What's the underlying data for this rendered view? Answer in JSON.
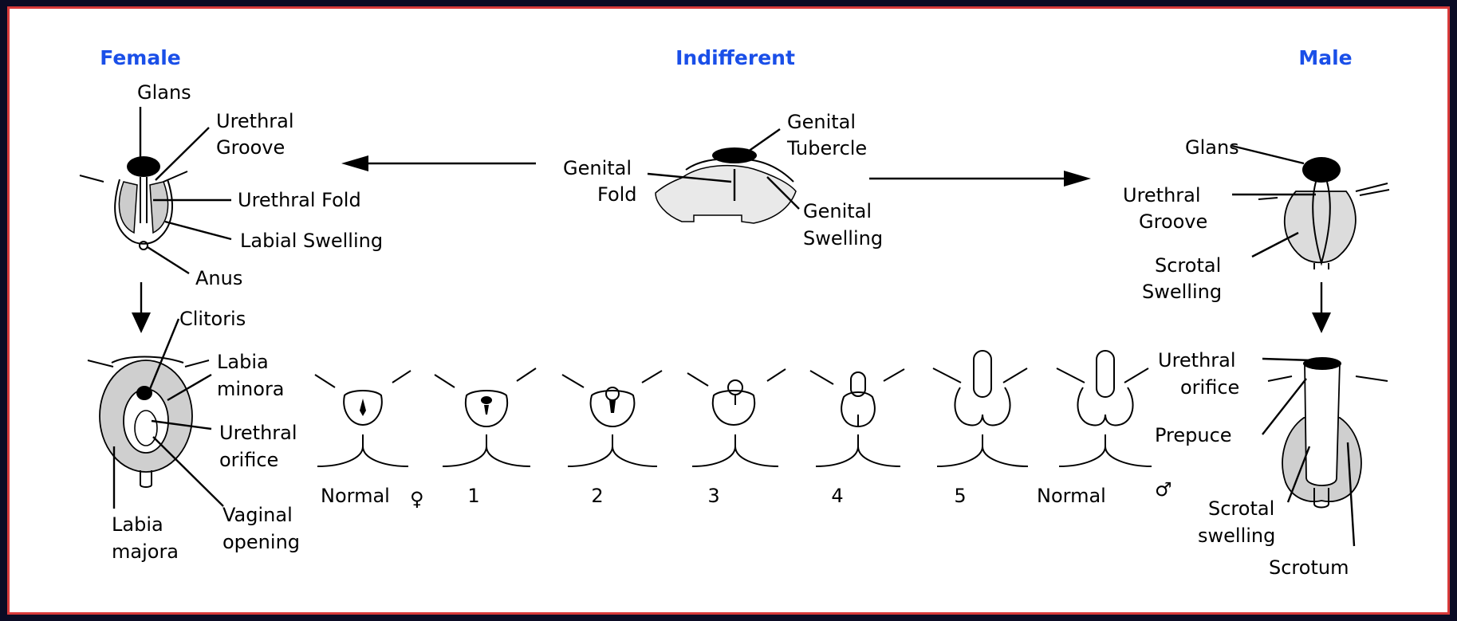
{
  "headers": {
    "female": "Female",
    "indifferent": "Indifferent",
    "male": "Male"
  },
  "female_top": {
    "glans": "Glans",
    "urethral_groove_1": "Urethral",
    "urethral_groove_2": "Groove",
    "urethral_fold": "Urethral Fold",
    "labial_swelling": "Labial Swelling",
    "anus": "Anus"
  },
  "indifferent": {
    "genital_fold_1": "Genital",
    "genital_fold_2": "Fold",
    "genital_tubercle_1": "Genital",
    "genital_tubercle_2": "Tubercle",
    "genital_swelling_1": "Genital",
    "genital_swelling_2": "Swelling"
  },
  "male_top": {
    "glans": "Glans",
    "urethral_groove_1": "Urethral",
    "urethral_groove_2": "Groove",
    "scrotal_swelling_1": "Scrotal",
    "scrotal_swelling_2": "Swelling"
  },
  "female_bottom": {
    "clitoris": "Clitoris",
    "labia_minora_1": "Labia",
    "labia_minora_2": "minora",
    "urethral_orifice_1": "Urethral",
    "urethral_orifice_2": "orifice",
    "labia_majora_1": "Labia",
    "labia_majora_2": "majora",
    "vaginal_opening_1": "Vaginal",
    "vaginal_opening_2": "opening"
  },
  "male_bottom": {
    "urethral_orifice_1": "Urethral",
    "urethral_orifice_2": "orifice",
    "prepuce": "Prepuce",
    "scrotal_swelling_1": "Scrotal",
    "scrotal_swelling_2": "swelling",
    "scrotum": "Scrotum"
  },
  "scale": {
    "normal_female": "Normal",
    "female_symbol": "♀",
    "stage_1": "1",
    "stage_2": "2",
    "stage_3": "3",
    "stage_4": "4",
    "stage_5": "5",
    "normal_male": "Normal",
    "male_symbol": "♂"
  }
}
